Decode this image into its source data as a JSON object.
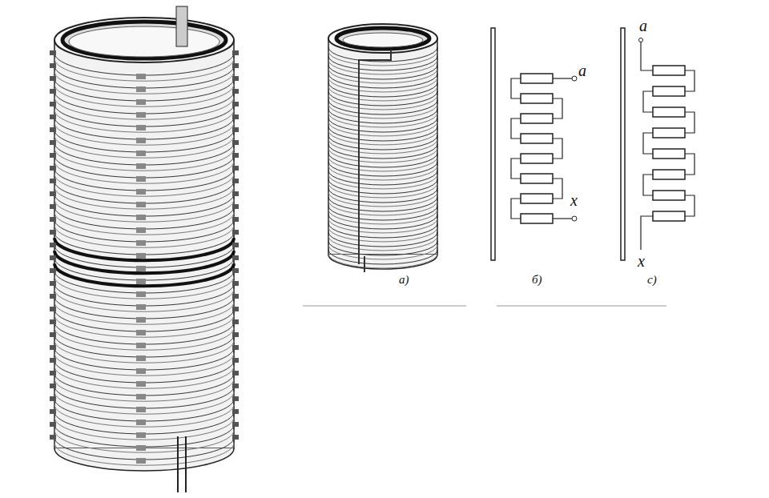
{
  "diagram": {
    "labels": [
      "a",
      "x",
      "a",
      "x",
      "a)",
      "б)",
      "c)"
    ]
  }
}
